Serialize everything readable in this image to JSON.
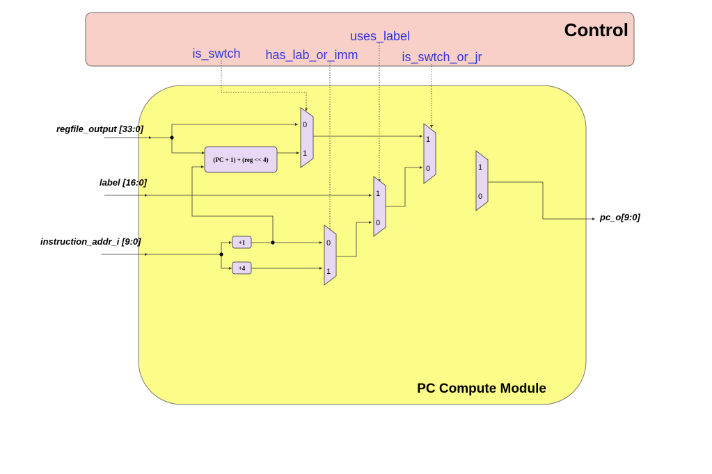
{
  "control": {
    "title": "Control",
    "fill": "#f8d0c8"
  },
  "module": {
    "title": "PC Compute Module",
    "fill": "#fcfc88"
  },
  "control_signals": {
    "is_swtch": "is_swtch",
    "has_lab_or_imm": "has_lab_or_imm",
    "uses_label": "uses_label",
    "is_swtch_or_jr": "is_swtch_or_jr",
    "color": "#3333dd"
  },
  "inputs": {
    "regfile_output": "regfile_output [33:0]",
    "label": "label [16:0]",
    "instruction_addr": "instruction_addr_i [9:0]"
  },
  "output": {
    "pc_o": "pc_o[9:0]"
  },
  "blocks": {
    "pc_plus_reg": "(PC + 1) + (reg << 4)",
    "plus1": "+1",
    "plus4": "+4",
    "fill": "#e8d8f4"
  },
  "mux_labels": {
    "zero": "0",
    "one": "1"
  }
}
